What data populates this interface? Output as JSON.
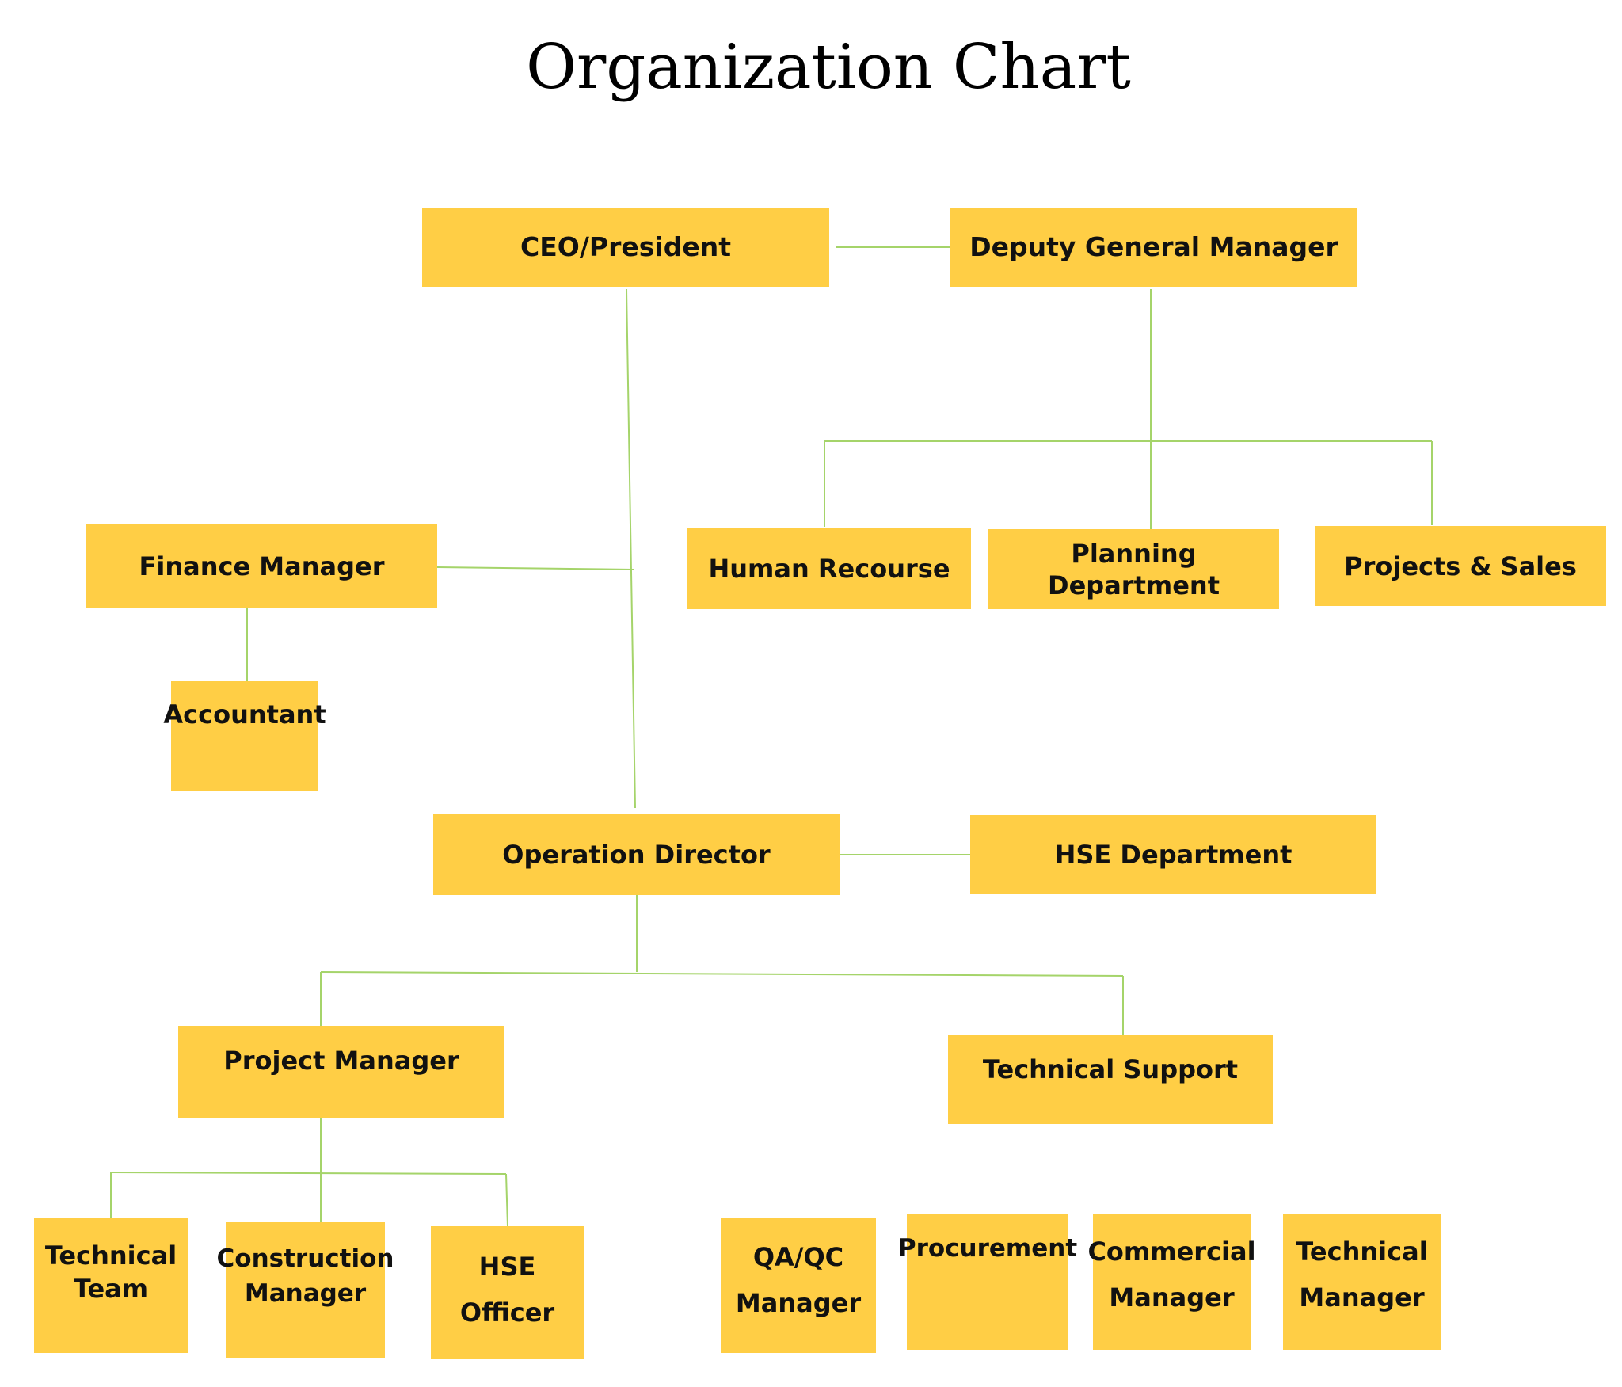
{
  "title": "Organization Chart",
  "colors": {
    "box_fill": "#FFCE45",
    "connector": "#A5D46A",
    "title_text": "#000000",
    "box_text": "#111111"
  },
  "nodes": {
    "ceo": {
      "label": "CEO/President"
    },
    "deputy_gm": {
      "label": "Deputy General Manager"
    },
    "finance_manager": {
      "label": "Finance Manager"
    },
    "accountant": {
      "label": "Accountant"
    },
    "human_resource": {
      "label": "Human Recourse"
    },
    "planning_department": {
      "label": "Planning Department"
    },
    "projects_sales": {
      "label": "Projects & Sales"
    },
    "operation_director": {
      "label": "Operation Director"
    },
    "hse_department": {
      "label": "HSE Department"
    },
    "project_manager": {
      "label": "Project Manager"
    },
    "technical_support": {
      "label": "Technical Support"
    },
    "technical_team": {
      "line1": "Technical",
      "line2": "Team"
    },
    "construction_manager": {
      "line1": "Construction",
      "line2": "Manager"
    },
    "hse_officer": {
      "line1": "HSE",
      "line2": "Officer"
    },
    "qa_qc_manager": {
      "line1": "QA/QC",
      "line2": "Manager"
    },
    "procurement": {
      "label": "Procurement"
    },
    "commercial_manager": {
      "line1": "Commercial",
      "line2": "Manager"
    },
    "technical_manager": {
      "line1": "Technical",
      "line2": "Manager"
    }
  }
}
